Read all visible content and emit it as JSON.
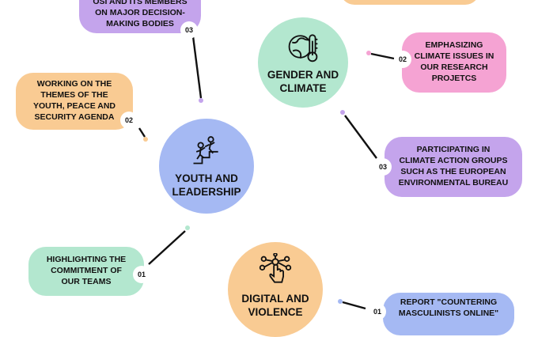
{
  "colors": {
    "purple": "#c4a4ec",
    "peach": "#f9cb93",
    "mint": "#b3e7cf",
    "pink": "#f5a3d3",
    "blue": "#a5b9f3",
    "dot": "#111111"
  },
  "hubs": {
    "youth": {
      "title": "YOUTH AND\nLEADERSHIP",
      "icon": "climbing-people-icon"
    },
    "gender": {
      "title": "GENDER AND\nCLIMATE",
      "icon": "globe-thermometer-icon"
    },
    "digital": {
      "title": "DIGITAL AND\nVIOLENCE",
      "icon": "hand-network-icon"
    }
  },
  "items": [
    {
      "text": "OSI AND ITS MEMBERS\nON MAJOR DECISION-\nMAKING BODIES",
      "num": "03"
    },
    {
      "text": "WORKING ON THE\nTHEMES OF THE\nYOUTH, PEACE AND\nSECURITY AGENDA",
      "num": "02"
    },
    {
      "text": "HIGHLIGHTING THE\nCOMMITMENT OF\nOUR TEAMS",
      "num": "01"
    },
    {
      "text": "EMPHASIZING\nCLIMATE ISSUES IN\nOUR RESEARCH\nPROJETCS",
      "num": "02"
    },
    {
      "text": "PARTICIPATING IN\nCLIMATE ACTION GROUPS\nSUCH AS THE EUROPEAN\nENVIRONMENTAL BUREAU",
      "num": "03"
    },
    {
      "text": "REPORT \"COUNTERING\nMASCULINISTS ONLINE\"",
      "num": "01"
    }
  ]
}
